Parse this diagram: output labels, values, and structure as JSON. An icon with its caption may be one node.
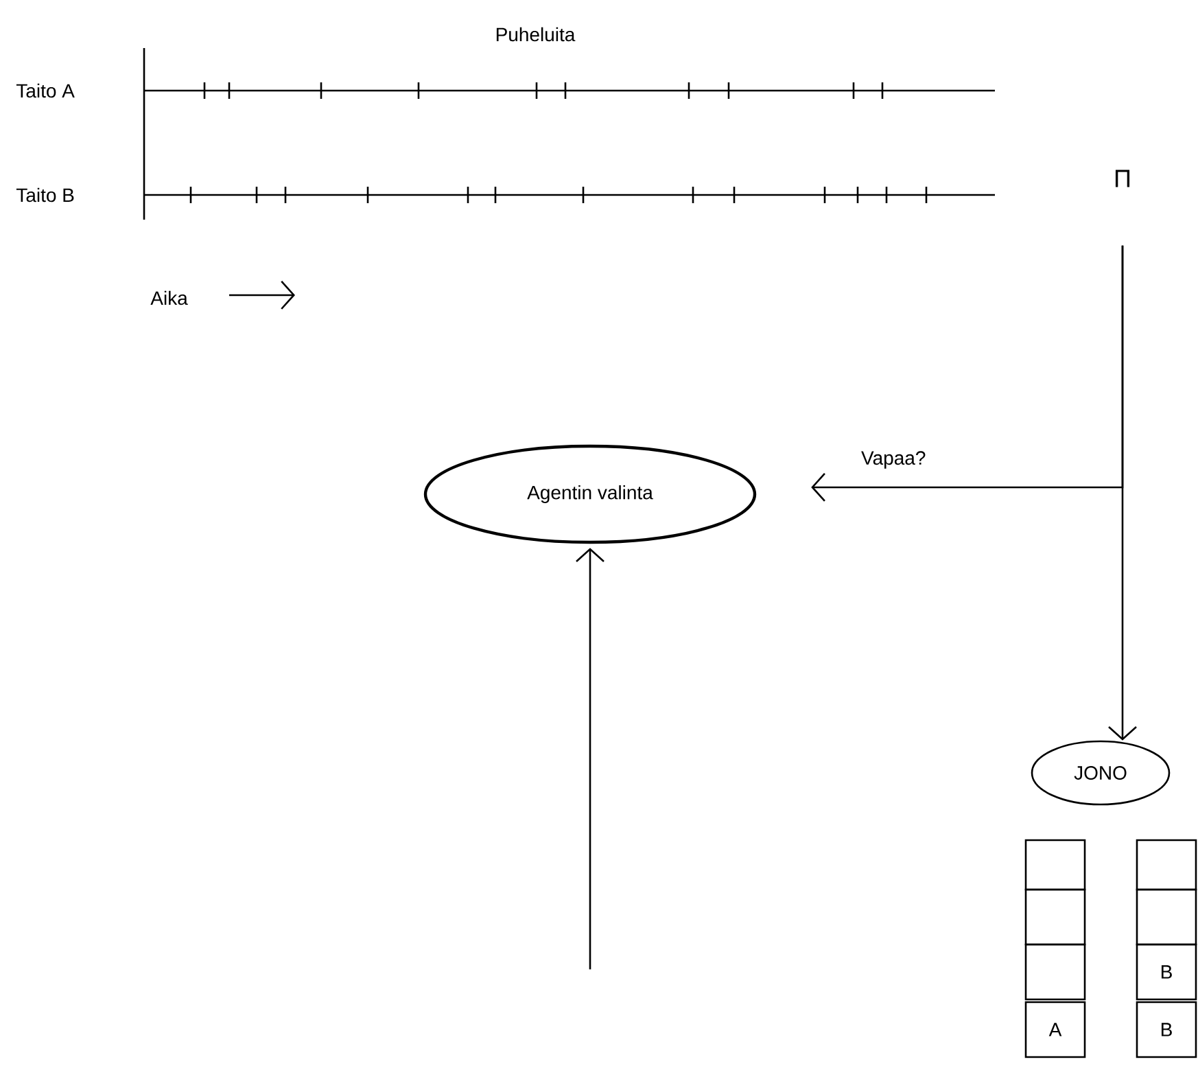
{
  "diagram": {
    "nodes": [
      {
        "text": [
          "Π"
        ]
      },
      {
        "text": [
          "Agentin valinta"
        ]
      },
      {
        "text": [
          "JONO"
        ]
      },
      {
        "text": [],
        "shape": "box"
      },
      {
        "text": [],
        "shape": "box"
      },
      {
        "text": [],
        "shape": "box"
      },
      {
        "text": [],
        "shape": "box"
      },
      {
        "text": [],
        "shape": "box"
      },
      {
        "text": [
          "B"
        ]
      },
      {
        "text": [
          "A"
        ]
      },
      {
        "text": [
          "B"
        ]
      }
    ],
    "edges": [
      {
        "from": 0,
        "to": 1,
        "arrow": "to",
        "label": "Vapaa?"
      },
      {
        "from": 0,
        "to": 2,
        "arrow": "to"
      },
      {
        "from": null,
        "to": 1,
        "arrow": "to"
      }
    ],
    "labels": [
      "Puheluita",
      "Taito A",
      "Taito B",
      "Aika"
    ]
  }
}
